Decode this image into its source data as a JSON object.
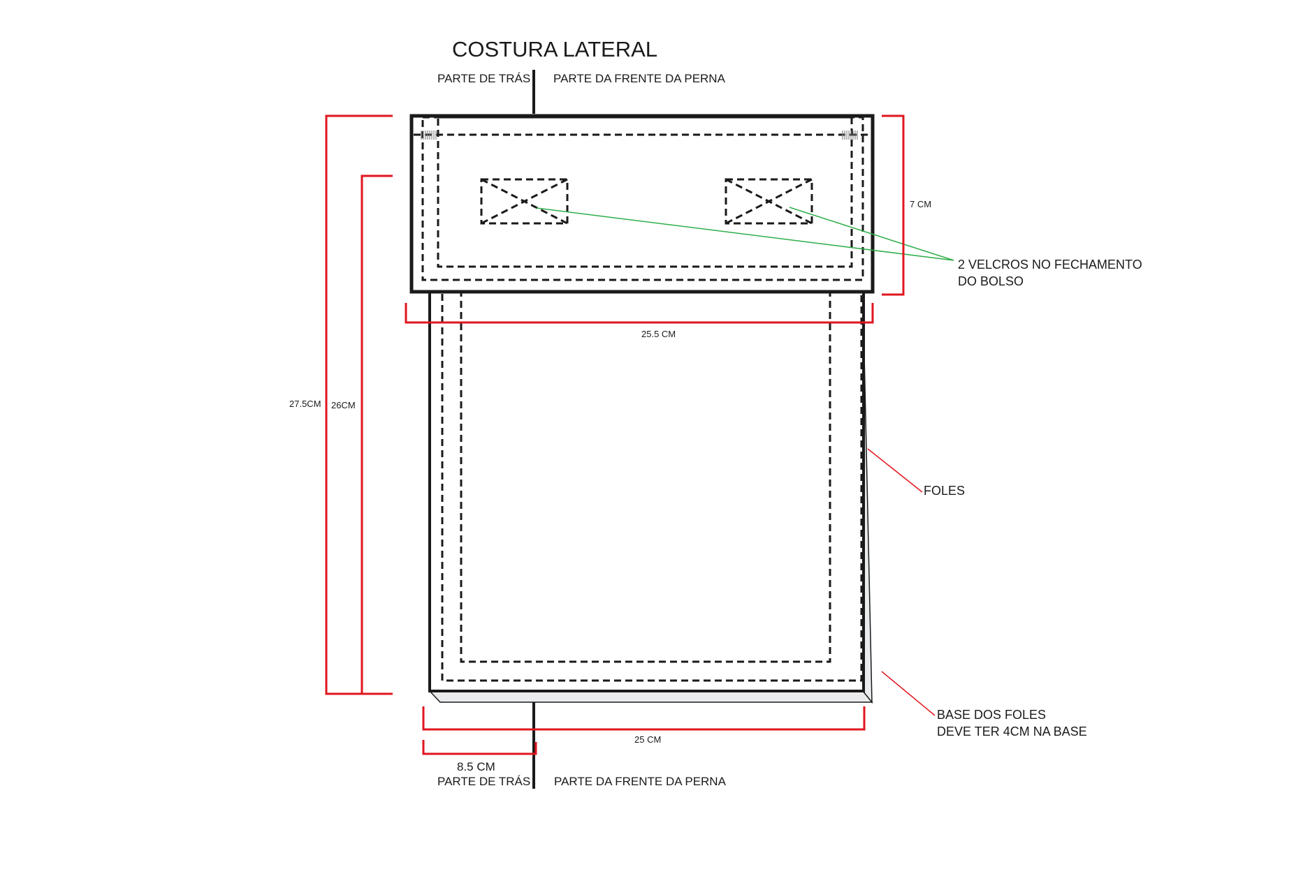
{
  "title": "COSTURA LATERAL",
  "top_labels": {
    "left": "PARTE DE TRÁS",
    "right": "PARTE DA FRENTE DA PERNA"
  },
  "bottom_labels": {
    "left": "PARTE DE TRÁS",
    "right": "PARTE DA FRENTE DA PERNA"
  },
  "dimensions": {
    "total_height": "27.5CM",
    "body_height": "26CM",
    "flap_height": "7 CM",
    "flap_width": "25.5 CM",
    "base_width": "25 CM",
    "back_part_width": "8.5 CM"
  },
  "notes": {
    "velcro": [
      "2 VELCROS NO FECHAMENTO",
      "DO BOLSO"
    ],
    "bellows": "FOLES",
    "bellows_base": [
      "BASE DOS FOLES",
      "DEVE TER 4CM NA BASE"
    ]
  },
  "colors": {
    "outline": "#1a1a1a",
    "dimension": "#e0161f",
    "velcro_leader": "#2fae4a",
    "bellows_fill": "#e9ebec"
  }
}
